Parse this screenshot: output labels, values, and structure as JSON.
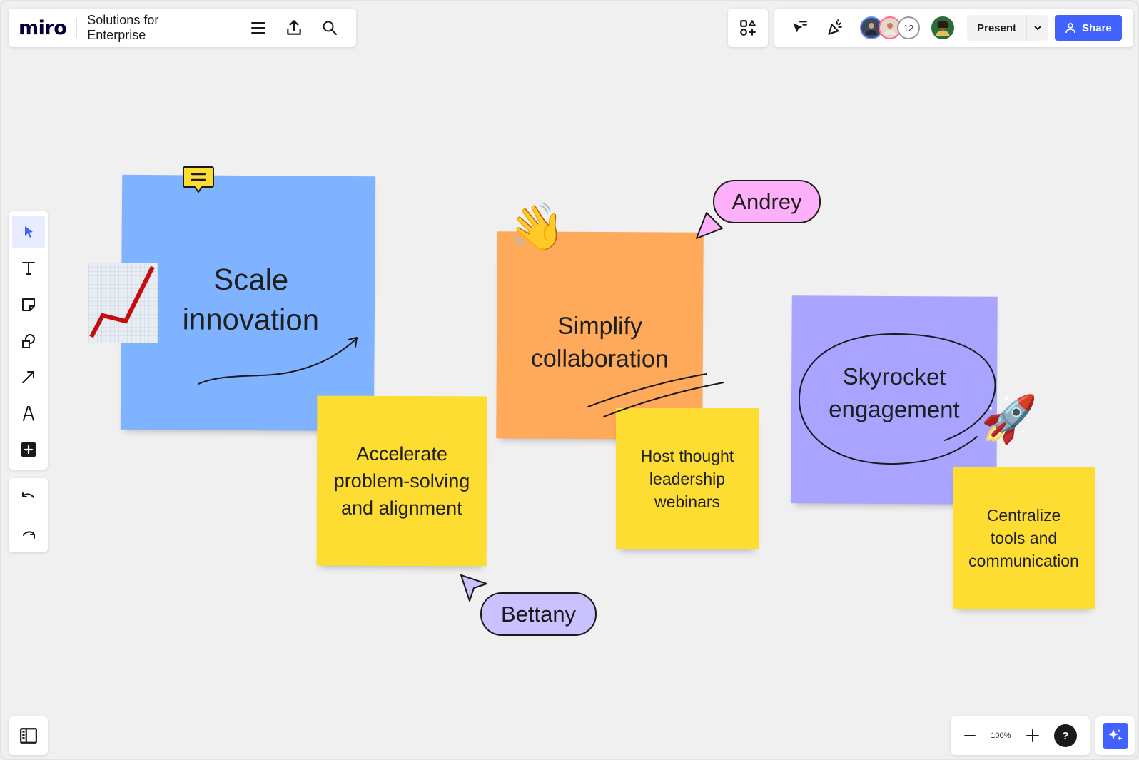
{
  "app": {
    "logo": "miro",
    "board_title": "Solutions for Enterprise"
  },
  "header": {
    "icons": [
      "menu-icon",
      "upload-icon",
      "search-icon"
    ]
  },
  "collab": {
    "avatar_overflow_count": "12",
    "present_label": "Present",
    "share_label": "Share",
    "accent": "#4262ff"
  },
  "toolbar": {
    "tools": [
      "select-tool",
      "text-tool",
      "sticky-note-tool",
      "shapes-tool",
      "connector-tool",
      "pen-tool",
      "more-tools"
    ]
  },
  "board": {
    "stickies": [
      {
        "id": "scale",
        "text": "Scale\ninnovation",
        "color": "#80b3ff"
      },
      {
        "id": "accelerate",
        "text": "Accelerate\nproblem-solving\nand alignment",
        "color": "#fedd33"
      },
      {
        "id": "simplify",
        "text": "Simplify\ncollaboration",
        "color": "#ffa95a"
      },
      {
        "id": "host",
        "text": "Host thought\nleadership\nwebinars",
        "color": "#fedd33"
      },
      {
        "id": "skyrocket",
        "text": "Skyrocket\nengagement",
        "color": "#a9a4ff"
      },
      {
        "id": "centralize",
        "text": "Centralize\ntools and\ncommunication",
        "color": "#fedd33"
      }
    ],
    "cursors": [
      {
        "name": "Andrey",
        "color": "#fdb0f9"
      },
      {
        "name": "Bettany",
        "color": "#c9c2ff"
      }
    ],
    "emoji": {
      "wave": "👋",
      "rocket": "🚀"
    }
  },
  "footer": {
    "zoom_level": "100%",
    "help_label": "?"
  }
}
